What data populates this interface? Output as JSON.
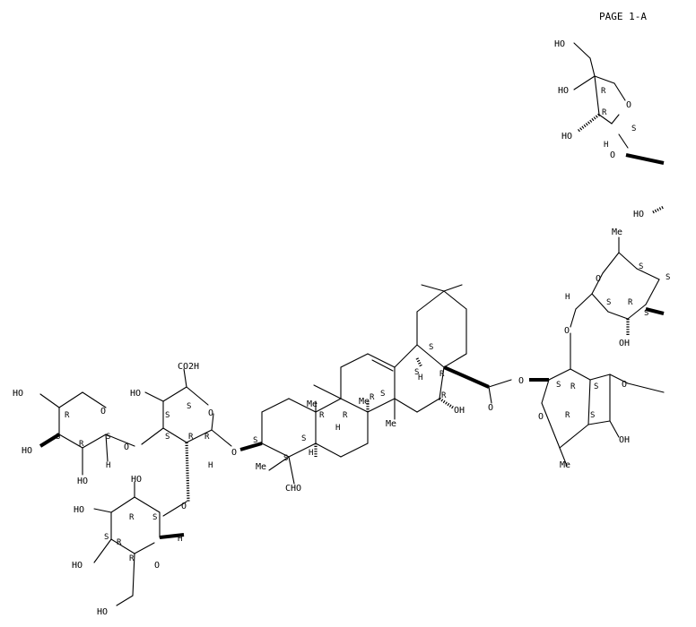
{
  "page_label": "PAGE 1-A",
  "groups": {
    "hydroxyl": "HO",
    "hydroxyl_right": "OH",
    "oxygen": "O",
    "hydrogen": "H",
    "methyl": "Me",
    "carboxylic_acid": "CO2H",
    "aldehyde": "CHO"
  },
  "stereo": {
    "R": "R",
    "S": "S"
  }
}
